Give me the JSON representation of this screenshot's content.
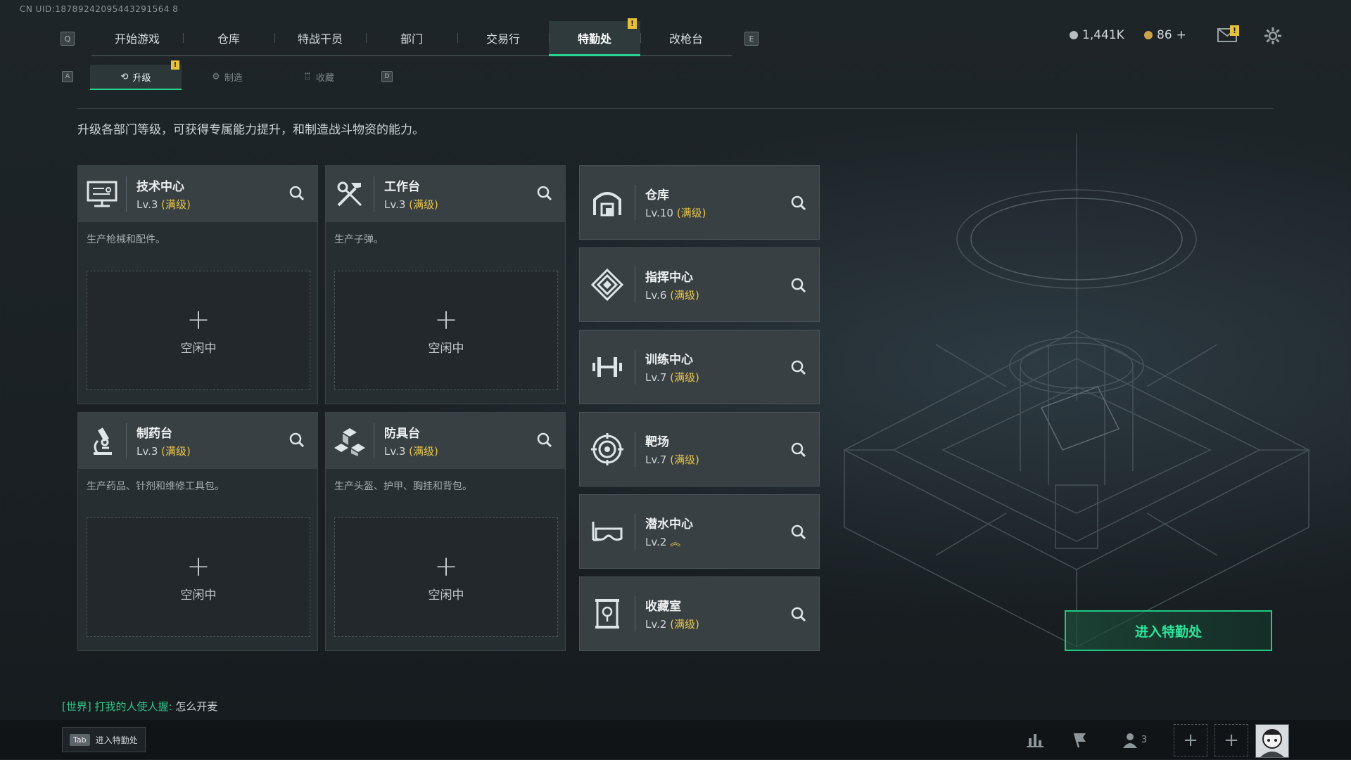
{
  "uid": "CN UID:18789242095443291564 8",
  "nav_keys": {
    "left": "Q",
    "right": "E",
    "sub_left": "A",
    "sub_right": "D"
  },
  "top_tabs": [
    {
      "label": "开始游戏"
    },
    {
      "label": "仓库"
    },
    {
      "label": "特战干员"
    },
    {
      "label": "部门"
    },
    {
      "label": "交易行"
    },
    {
      "label": "特勤处",
      "active": true
    },
    {
      "label": "改枪台"
    }
  ],
  "alert_badge": "!",
  "currency": {
    "silver": "1,441K",
    "gold": "86",
    "gold_add": "+"
  },
  "sub_tabs": [
    {
      "label": "升级",
      "active": true
    },
    {
      "label": "制造"
    },
    {
      "label": "收藏"
    }
  ],
  "description": "升级各部门等级，可获得专属能力提升，和制造战斗物资的能力。",
  "production_cards": [
    {
      "name": "技术中心",
      "level": "Lv.3",
      "status": "(满级)",
      "desc": "生产枪械和配件。",
      "slot": "空闲中",
      "icon": "monitor-icon"
    },
    {
      "name": "工作台",
      "level": "Lv.3",
      "status": "(满级)",
      "desc": "生产子弹。",
      "slot": "空闲中",
      "icon": "tools-icon"
    },
    {
      "name": "制药台",
      "level": "Lv.3",
      "status": "(满级)",
      "desc": "生产药品、针剂和维修工具包。",
      "slot": "空闲中",
      "icon": "microscope-icon"
    },
    {
      "name": "防具台",
      "level": "Lv.3",
      "status": "(满级)",
      "desc": "生产头盔、护甲、胸挂和背包。",
      "slot": "空闲中",
      "icon": "armor-icon"
    }
  ],
  "department_cards": [
    {
      "name": "仓库",
      "level": "Lv.10",
      "status": "(满级)",
      "icon": "warehouse-icon"
    },
    {
      "name": "指挥中心",
      "level": "Lv.6",
      "status": "(满级)",
      "icon": "command-icon"
    },
    {
      "name": "训练中心",
      "level": "Lv.7",
      "status": "(满级)",
      "icon": "dumbbell-icon"
    },
    {
      "name": "靶场",
      "level": "Lv.7",
      "status": "(满级)",
      "icon": "target-icon"
    },
    {
      "name": "潜水中心",
      "level": "Lv.2",
      "status": "",
      "upgrade": "︽",
      "icon": "goggles-icon"
    },
    {
      "name": "收藏室",
      "level": "Lv.2",
      "status": "(满级)",
      "icon": "trophy-icon"
    }
  ],
  "enter_button": "进入特勤处",
  "chat": {
    "channel": "[世界]",
    "user": "打我的人使人握:",
    "message": "怎么开麦"
  },
  "tab_hint": {
    "key": "Tab",
    "label": "进入特勤处"
  },
  "friends_count": "3",
  "colors": {
    "accent": "#27d38f",
    "max_level": "#e9c44a",
    "badge": "#e8c13a"
  }
}
